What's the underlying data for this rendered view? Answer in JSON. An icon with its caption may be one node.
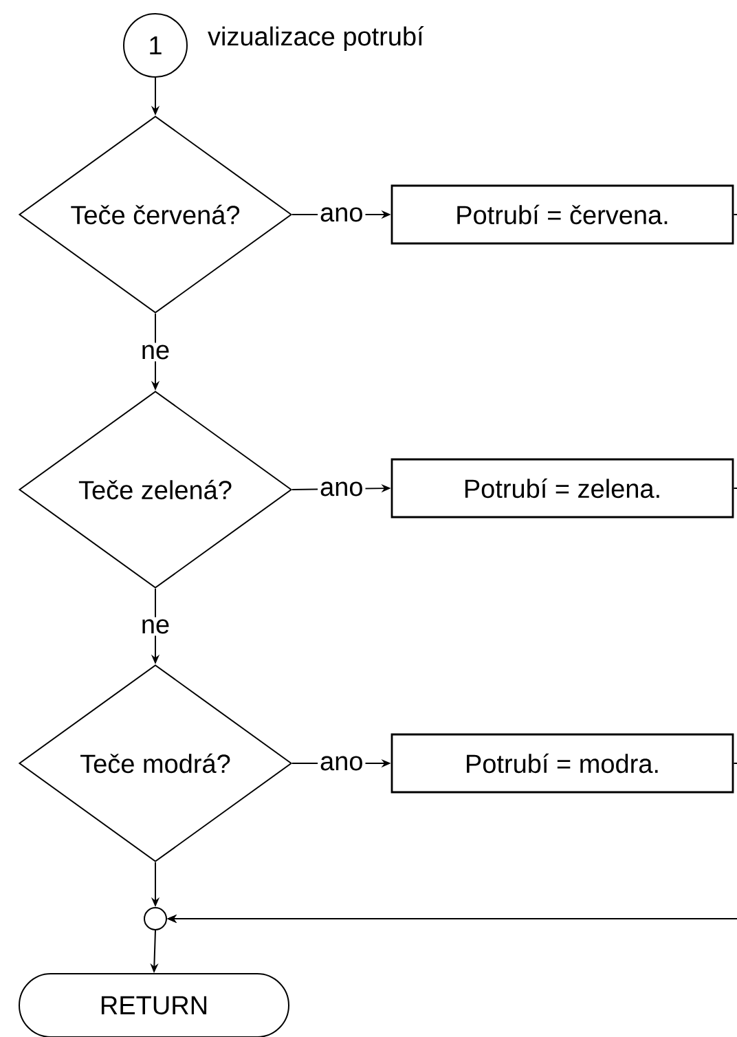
{
  "diagram": {
    "nodes": [
      {
        "text": [
          "1"
        ],
        "beside": [
          "vizualizace potrubí"
        ]
      },
      {
        "text": [
          "Teče červená?"
        ]
      },
      {
        "text": [
          "Potrubí = červena."
        ]
      },
      {
        "text": [
          "Teče zelená?"
        ]
      },
      {
        "text": [
          "Potrubí = zelena."
        ]
      },
      {
        "text": [
          "Teče modrá?"
        ]
      },
      {
        "text": [
          "Potrubí = modra."
        ]
      },
      {
        "text": [],
        "shape": "circle"
      },
      {
        "text": [
          "RETURN"
        ]
      }
    ],
    "edges": [
      {
        "from": 0,
        "to": 1,
        "arrow": "to"
      },
      {
        "from": 1,
        "to": 2,
        "arrow": "to",
        "label": "ano"
      },
      {
        "from": 1,
        "to": 3,
        "arrow": "to",
        "label": "ne"
      },
      {
        "from": 3,
        "to": 4,
        "arrow": "to",
        "label": "ano"
      },
      {
        "from": 3,
        "to": 5,
        "arrow": "to",
        "label": "ne"
      },
      {
        "from": 5,
        "to": 6,
        "arrow": "to",
        "label": "ano"
      },
      {
        "from": 5,
        "to": 7,
        "arrow": "to"
      },
      {
        "from": 2,
        "to": 7,
        "arrow": "to"
      },
      {
        "from": 4,
        "to": 7,
        "arrow": "to"
      },
      {
        "from": 6,
        "to": 7,
        "arrow": "to"
      },
      {
        "from": 7,
        "to": 8,
        "arrow": "to"
      }
    ]
  }
}
